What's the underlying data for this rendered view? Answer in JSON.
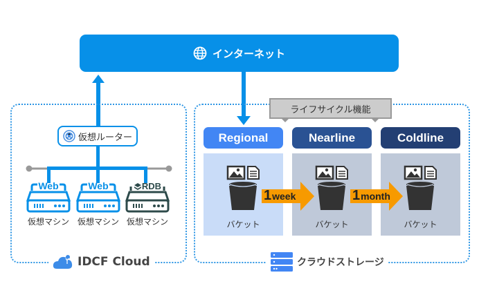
{
  "colors": {
    "accent_blue": "#0790e8",
    "regional": "#4286f4",
    "nearline": "#2a5293",
    "coldline": "#233f73",
    "panel_regional": "#c9dcf8",
    "panel_other": "#bfc9d9",
    "lifecycle_arrow": "#f79a00",
    "bucket": "#333333"
  },
  "internet": {
    "icon": "globe-icon",
    "label": "インターネット"
  },
  "idcf": {
    "zone_label": "IDCF Cloud",
    "zone_icon": "cloud-icon",
    "router": {
      "icon": "router-icon",
      "label": "仮想ルーター"
    },
    "vms": [
      {
        "badge": "Web",
        "label": "仮想マシン",
        "color": "#0790e8"
      },
      {
        "badge": "Web",
        "label": "仮想マシン",
        "color": "#0790e8"
      },
      {
        "badge": "RDB",
        "label": "仮想マシン",
        "color": "#2d4a4a"
      }
    ]
  },
  "storage": {
    "zone_label": "クラウドストレージ",
    "zone_icon": "server-stack-icon",
    "lifecycle_label": "ライフサイクル機能",
    "tiers": [
      {
        "name": "Regional",
        "bucket_label": "バケット"
      },
      {
        "name": "Nearline",
        "bucket_label": "バケット"
      },
      {
        "name": "Coldline",
        "bucket_label": "バケット"
      }
    ],
    "transitions": [
      {
        "num": "1",
        "unit": "week"
      },
      {
        "num": "1",
        "unit": "month"
      }
    ]
  }
}
